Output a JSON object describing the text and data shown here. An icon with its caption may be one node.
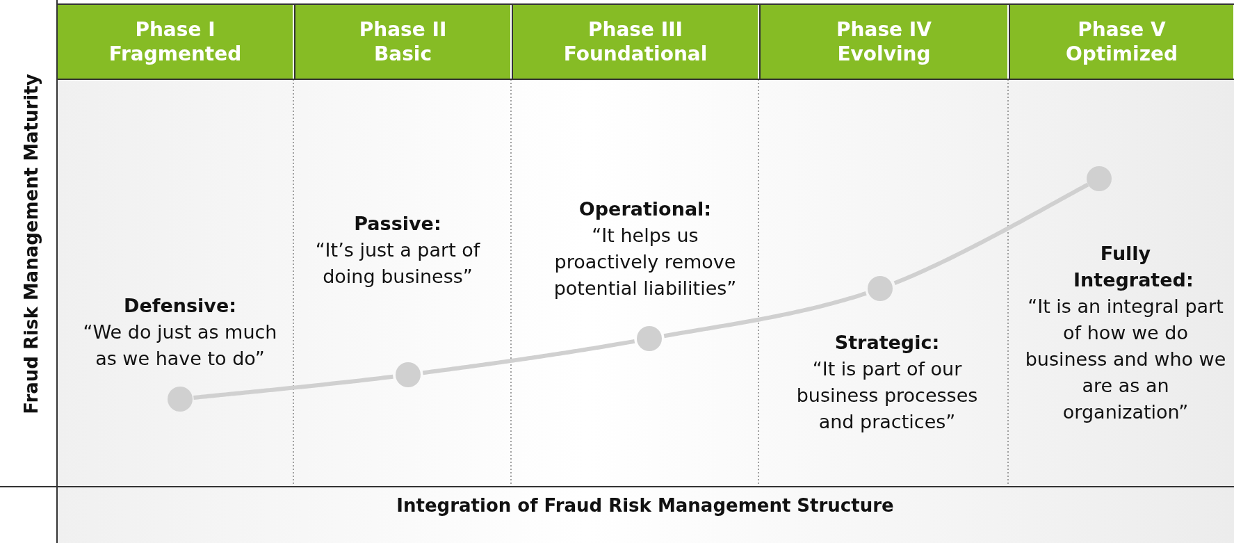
{
  "diagram": {
    "nodes": [
      {
        "text": [
          "Phase I",
          "Fragmented"
        ]
      },
      {
        "text": [
          "Phase II",
          "Basic"
        ]
      },
      {
        "text": [
          "Phase III",
          "Foundational"
        ]
      },
      {
        "text": [
          "Phase IV",
          "Evolving"
        ]
      },
      {
        "text": [
          "Phase V",
          "Optimized"
        ]
      },
      {
        "text": [],
        "shape": "circle"
      },
      {
        "text": [],
        "shape": "circle"
      },
      {
        "text": [],
        "shape": "circle"
      },
      {
        "text": [],
        "shape": "circle"
      },
      {
        "text": [],
        "shape": "circle"
      }
    ],
    "edges": [
      {
        "from": 5,
        "to": 6,
        "arrow": "none"
      },
      {
        "from": 6,
        "to": 7,
        "arrow": "none"
      },
      {
        "from": 7,
        "to": 8,
        "arrow": "none"
      },
      {
        "from": 8,
        "to": 9,
        "arrow": "none"
      }
    ],
    "labels": [
      "Fraud Risk Management Maturity",
      "Defensive:",
      "“We do just as much as we have to do”",
      "Passive:",
      "“It’s just a part of doing business”",
      "Operational:",
      "“It helps us proactively remove potential liabilities”",
      "Strategic:",
      "“It is part of our business processes and practices”",
      "Fully Integrated:",
      "“It is an integral part of how we do business and who we are as an organization”",
      "Integration of Fraud Risk Management Structure"
    ]
  }
}
